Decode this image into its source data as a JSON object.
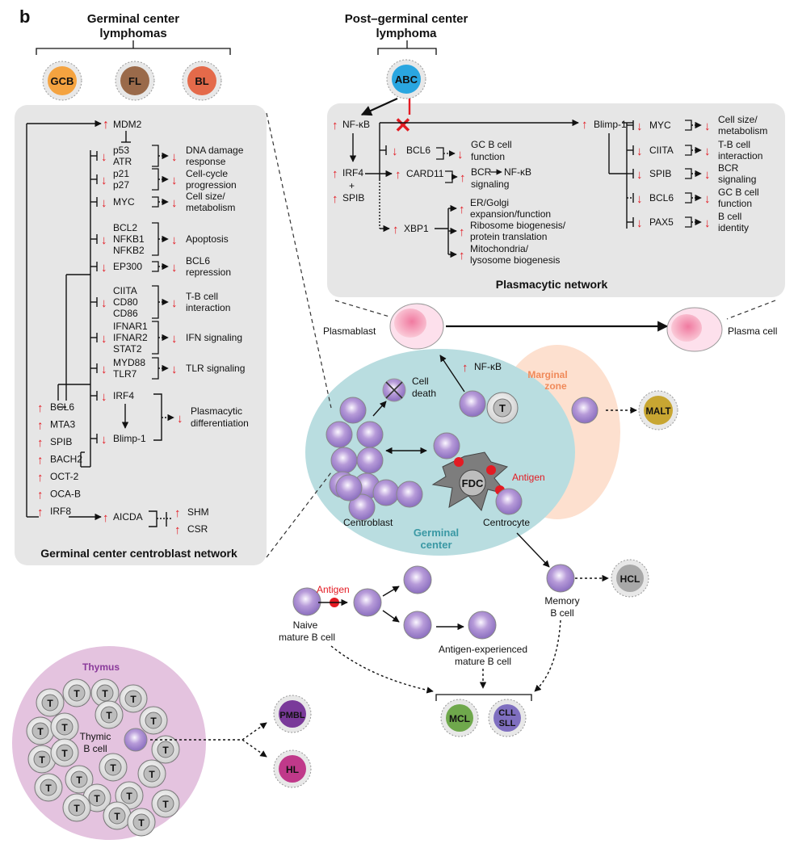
{
  "panel_letter": "b",
  "headings": {
    "gc_lymphomas_line1": "Germinal center",
    "gc_lymphomas_line2": "lymphomas",
    "post_gc_line1": "Post–germinal center",
    "post_gc_line2": "lymphoma"
  },
  "lymphoma_badges": {
    "gcb": "GCB",
    "fl": "FL",
    "bl": "BL",
    "abc": "ABC",
    "malt": "MALT",
    "hcl": "HCL",
    "mcl": "MCL",
    "cll_line1": "CLL",
    "cll_line2": "SLL",
    "pmbl": "PMBL",
    "hl": "HL"
  },
  "gc_network": {
    "title": "Germinal center centroblast network",
    "left_tfs": [
      "BCL6",
      "MTA3",
      "SPIB",
      "BACH2",
      "OCT-2",
      "OCA-B",
      "IRF8"
    ],
    "mdm2": "MDM2",
    "aicda": "AICDA",
    "shm": "SHM",
    "csr": "CSR",
    "targets": [
      {
        "genes": [
          "p53",
          "ATR"
        ],
        "effect": [
          "DNA damage",
          "response"
        ]
      },
      {
        "genes": [
          "p21",
          "p27"
        ],
        "effect": [
          "Cell-cycle",
          "progression"
        ]
      },
      {
        "genes": [
          "MYC"
        ],
        "effect": [
          "Cell size/",
          "metabolism"
        ]
      },
      {
        "genes": [
          "BCL2",
          "NFKB1",
          "NFKB2"
        ],
        "effect": [
          "Apoptosis"
        ]
      },
      {
        "genes": [
          "EP300"
        ],
        "effect": [
          "BCL6",
          "repression"
        ]
      },
      {
        "genes": [
          "CIITA",
          "CD80",
          "CD86"
        ],
        "effect": [
          "T-B cell",
          "interaction"
        ]
      },
      {
        "genes": [
          "IFNAR1",
          "IFNAR2",
          "STAT2"
        ],
        "effect": [
          "IFN signaling"
        ]
      },
      {
        "genes": [
          "MYD88",
          "TLR7"
        ],
        "effect": [
          "TLR signaling"
        ]
      }
    ],
    "irf4": "IRF4",
    "blimp1": "Blimp-1",
    "plasmacytic_line1": "Plasmacytic",
    "plasmacytic_line2": "differentiation"
  },
  "plasma_network": {
    "title": "Plasmacytic network",
    "nfkb": "NF-κB",
    "irf4": "IRF4",
    "plus": "+",
    "spib": "SPIB",
    "bcl6": "BCL6",
    "card11": "CARD11",
    "xbp1": "XBP1",
    "blimp1": "Blimp-1",
    "gc_b_func_line1": "GC B cell",
    "gc_b_func_line2": "function",
    "bcr_nfkb_part1": "BCR",
    "bcr_nfkb_part2": "NF-κB",
    "bcr_signaling": "signaling",
    "xbp1_effects": [
      [
        "ER/Golgi",
        "expansion/function"
      ],
      [
        "Ribosome biogenesis/",
        "protein translation"
      ],
      [
        "Mitochondria/",
        "lysosome biogenesis"
      ]
    ],
    "blimp_targets": [
      {
        "gene": "MYC",
        "effect": [
          "Cell size/",
          "metabolism"
        ]
      },
      {
        "gene": "CIITA",
        "effect": [
          "T-B cell",
          "interaction"
        ]
      },
      {
        "gene": "SPIB",
        "effect": [
          "BCR",
          "signaling"
        ]
      },
      {
        "gene": "BCL6",
        "effect": [
          "GC B cell",
          "function"
        ]
      },
      {
        "gene": "PAX5",
        "effect": [
          "B cell",
          "identity"
        ]
      }
    ]
  },
  "cells": {
    "plasmablast": "Plasmablast",
    "plasma_cell": "Plasma cell",
    "nfkb": "NF-κB",
    "cell_death_line1": "Cell",
    "cell_death_line2": "death",
    "t_cell": "T",
    "marginal_zone_line1": "Marginal",
    "marginal_zone_line2": "zone",
    "fdc": "FDC",
    "antigen": "Antigen",
    "centroblast": "Centroblast",
    "centrocyte": "Centrocyte",
    "germinal_center_line1": "Germinal",
    "germinal_center_line2": "center",
    "memory_line1": "Memory",
    "memory_line2": "B cell",
    "naive_line1": "Naive",
    "naive_line2": "mature B cell",
    "antigen_exp_line1": "Antigen-experienced",
    "antigen_exp_line2": "mature B cell",
    "thymus": "Thymus",
    "thymic_line1": "Thymic",
    "thymic_line2": "B cell"
  },
  "colors": {
    "panel_gray": "#e6e6e6",
    "germinal_teal": "#b9dde0",
    "marginal_peach": "#fde0cf",
    "thymus_lilac": "#e4c3df",
    "arrow_red": "#e31b23",
    "cell_purple": "#a98fd0",
    "gcb": "#f4a340",
    "fl": "#9a6a4a",
    "bl": "#e46a4a",
    "abc": "#2aa6e0",
    "malt": "#c8a632",
    "hcl": "#a8a8a8",
    "mcl": "#6fa84c",
    "cll": "#7f6fc0",
    "pmbl": "#7a3a9a",
    "hl": "#c0398a"
  }
}
